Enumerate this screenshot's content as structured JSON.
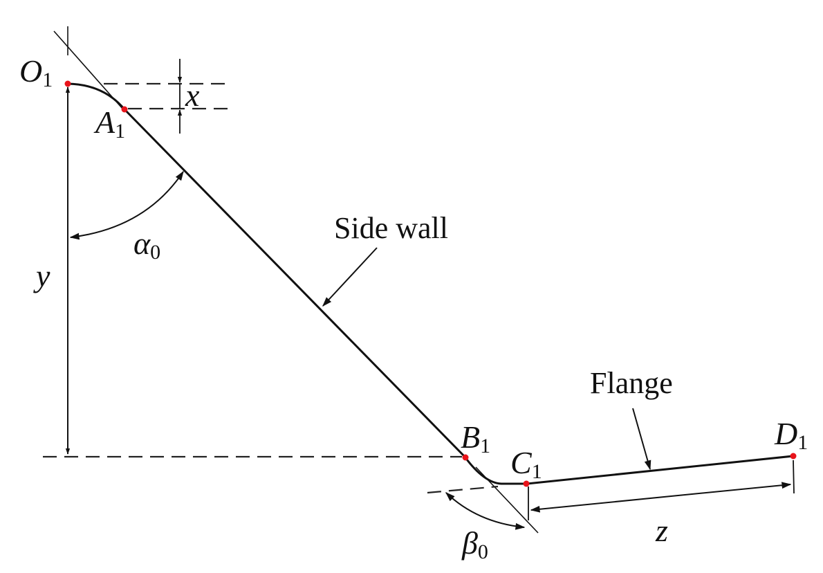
{
  "points": {
    "O1": {
      "letter": "O",
      "sub": "1"
    },
    "A1": {
      "letter": "A",
      "sub": "1"
    },
    "B1": {
      "letter": "B",
      "sub": "1"
    },
    "C1": {
      "letter": "C",
      "sub": "1"
    },
    "D1": {
      "letter": "D",
      "sub": "1"
    }
  },
  "dimensions": {
    "x": "x",
    "y": "y",
    "z": "z"
  },
  "angles": {
    "alpha": {
      "letter": "α",
      "sub": "0"
    },
    "beta": {
      "letter": "β",
      "sub": "0"
    }
  },
  "callouts": {
    "side_wall": "Side wall",
    "flange": "Flange"
  },
  "colors": {
    "line": "#111111",
    "point": "#e8141b",
    "background": "#ffffff"
  }
}
